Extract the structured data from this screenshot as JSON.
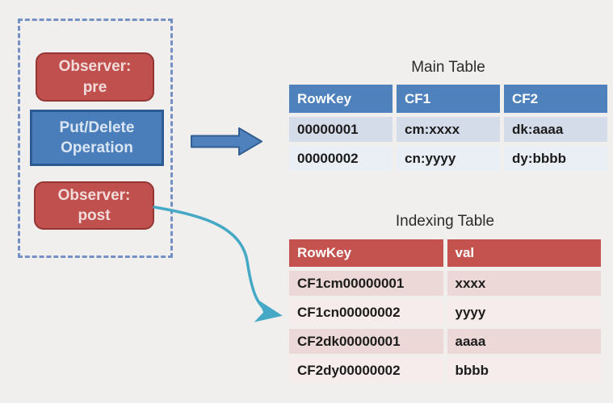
{
  "flow": {
    "observer_pre": {
      "line1": "Observer:",
      "line2": "pre"
    },
    "operation": {
      "line1": "Put/Delete",
      "line2": "Operation"
    },
    "observer_post": {
      "line1": "Observer:",
      "line2": "post"
    }
  },
  "main_table": {
    "title": "Main Table",
    "headers": [
      "RowKey",
      "CF1",
      "CF2"
    ],
    "rows": [
      [
        "00000001",
        "cm:xxxx",
        "dk:aaaa"
      ],
      [
        "00000002",
        "cn:yyyy",
        "dy:bbbb"
      ]
    ]
  },
  "indexing_table": {
    "title": "Indexing Table",
    "headers": [
      "RowKey",
      "val"
    ],
    "rows": [
      [
        "CF1cm00000001",
        "xxxx"
      ],
      [
        "CF1cn00000002",
        "yyyy"
      ],
      [
        "CF2dk00000001",
        "aaaa"
      ],
      [
        "CF2dy00000002",
        "bbbb"
      ]
    ]
  },
  "colors": {
    "background": "#f0efed",
    "dashed_border": "#7490c4",
    "observer_box_fill": "#c0504d",
    "observer_box_border": "#943634",
    "operation_box_fill": "#4a7ebb",
    "operation_box_border": "#2d5a92",
    "block_arrow_fill": "#4f81bd",
    "block_arrow_stroke": "#315f91",
    "curve_arrow": "#45a9c5",
    "main_header_bg": "#4f81bd",
    "main_row_odd_bg": "#d5dce9",
    "main_row_even_bg": "#eaeef5",
    "index_header_bg": "#c4524e",
    "index_row_odd_bg": "#ecd8d7",
    "index_row_even_bg": "#f6eceb"
  }
}
